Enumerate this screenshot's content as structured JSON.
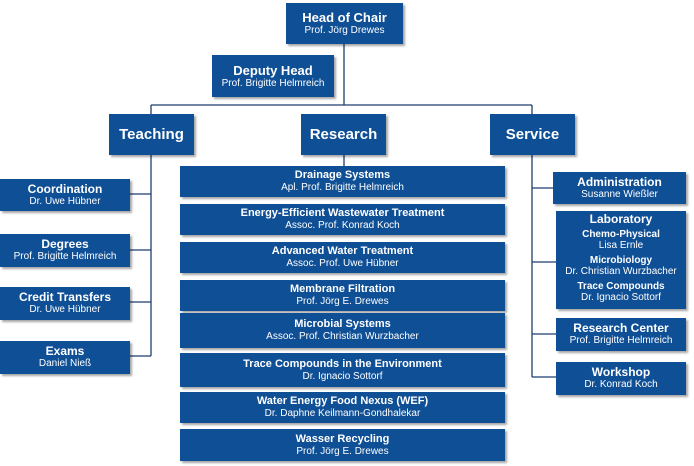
{
  "head": {
    "title": "Head of Chair",
    "name": "Prof. Jörg Drewes"
  },
  "deputy": {
    "title": "Deputy Head",
    "name": "Prof. Brigitte Helmreich"
  },
  "pillars": {
    "teaching": "Teaching",
    "research": "Research",
    "service": "Service"
  },
  "teaching_items": [
    {
      "title": "Coordination",
      "name": "Dr. Uwe Hübner"
    },
    {
      "title": "Degrees",
      "name": "Prof. Brigitte Helmreich"
    },
    {
      "title": "Credit Transfers",
      "name": "Dr. Uwe Hübner"
    },
    {
      "title": "Exams",
      "name": "Daniel Nieß"
    }
  ],
  "research_items": [
    {
      "title": "Drainage Systems",
      "name": "Apl. Prof. Brigitte Helmreich"
    },
    {
      "title": "Energy-Efficient Wastewater Treatment",
      "name": "Assoc. Prof. Konrad Koch"
    },
    {
      "title": "Advanced Water Treatment",
      "name": "Assoc. Prof. Uwe Hübner"
    },
    {
      "title": "Membrane Filtration",
      "name": "Prof. Jörg E. Drewes"
    },
    {
      "title": "Microbial Systems",
      "name": "Assoc. Prof. Christian Wurzbacher"
    },
    {
      "title": "Trace Compounds in the Environment",
      "name": "Dr. Ignacio Sottorf"
    },
    {
      "title": "Water Energy Food Nexus (WEF)",
      "name": "Dr. Daphne Keilmann-Gondhalekar"
    },
    {
      "title": "Wasser Recycling",
      "name": "Prof. Jörg E. Drewes"
    }
  ],
  "service_items": {
    "administration": {
      "title": "Administration",
      "name": "Susanne Wießler"
    },
    "laboratory": {
      "title": "Laboratory",
      "subs": [
        {
          "title": "Chemo-Physical",
          "name": "Lisa Ernle"
        },
        {
          "title": "Microbiology",
          "name": "Dr. Christian Wurzbacher"
        },
        {
          "title": "Trace Compounds",
          "name": "Dr. Ignacio Sottorf"
        }
      ]
    },
    "research_center": {
      "title": "Research Center",
      "name": "Prof. Brigitte Helmreich"
    },
    "workshop": {
      "title": "Workshop",
      "name": "Dr. Konrad Koch"
    }
  },
  "colors": {
    "box": "#0f4f96",
    "line": "#1c3f6e",
    "text": "#ffffff"
  }
}
